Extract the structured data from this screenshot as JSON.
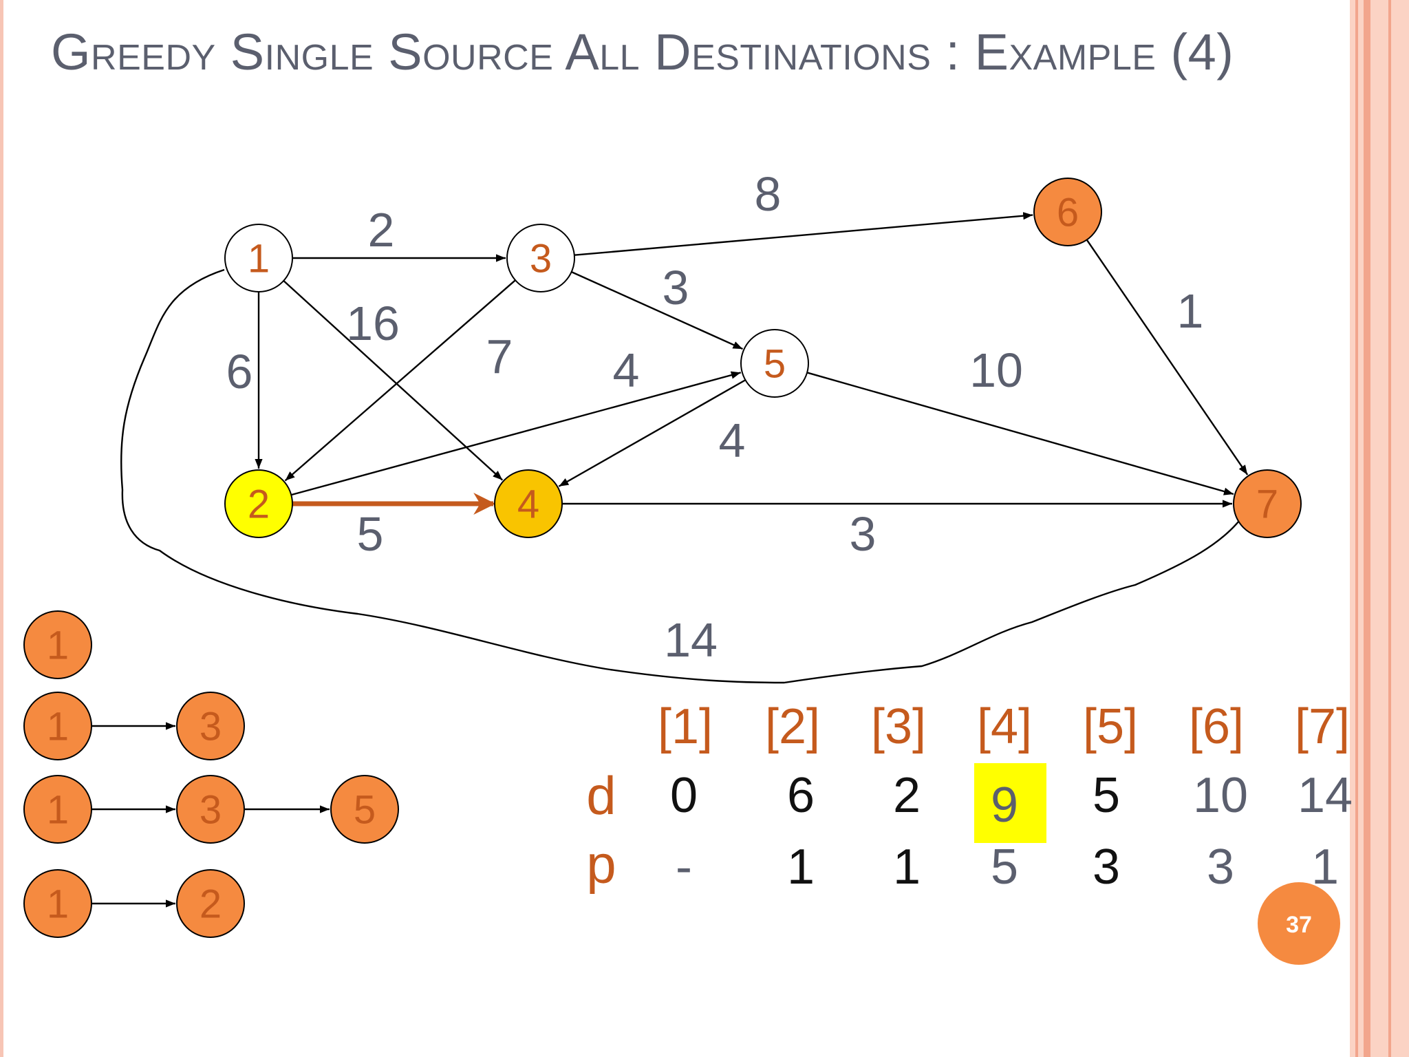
{
  "slide": {
    "title": "Greedy Single Source All Destinations : Example (4)",
    "page_number": "37"
  },
  "colors": {
    "orange_text": "#c55a1d",
    "orange_fill": "#f58a40",
    "gold_fill": "#f9c400",
    "yellow_fill": "#ffff00",
    "edge_gray": "#5b5f6e",
    "border_peach": "#fbd3c4"
  },
  "graph": {
    "nodes": [
      {
        "id": "1",
        "label": "1",
        "state": "plain"
      },
      {
        "id": "2",
        "label": "2",
        "state": "yellow"
      },
      {
        "id": "3",
        "label": "3",
        "state": "plain"
      },
      {
        "id": "4",
        "label": "4",
        "state": "gold"
      },
      {
        "id": "5",
        "label": "5",
        "state": "plain"
      },
      {
        "id": "6",
        "label": "6",
        "state": "orange"
      },
      {
        "id": "7",
        "label": "7",
        "state": "orange"
      }
    ],
    "edges": [
      {
        "from": "1",
        "to": "3",
        "weight": "2"
      },
      {
        "from": "1",
        "to": "2",
        "weight": "6"
      },
      {
        "from": "1",
        "to": "4",
        "weight": "16"
      },
      {
        "from": "1",
        "to": "7",
        "weight": "14"
      },
      {
        "from": "3",
        "to": "6",
        "weight": "8"
      },
      {
        "from": "3",
        "to": "5",
        "weight": "3"
      },
      {
        "from": "3",
        "to": "2",
        "weight": "7"
      },
      {
        "from": "2",
        "to": "5",
        "weight": "4"
      },
      {
        "from": "2",
        "to": "4",
        "weight": "5",
        "highlight": true
      },
      {
        "from": "5",
        "to": "4",
        "weight": "4"
      },
      {
        "from": "5",
        "to": "7",
        "weight": "10"
      },
      {
        "from": "4",
        "to": "7",
        "weight": "3"
      },
      {
        "from": "6",
        "to": "7",
        "weight": "1"
      }
    ]
  },
  "paths": [
    [
      "1"
    ],
    [
      "1",
      "3"
    ],
    [
      "1",
      "3",
      "5"
    ],
    [
      "1",
      "2"
    ]
  ],
  "table": {
    "headers": [
      "[1]",
      "[2]",
      "[3]",
      "[4]",
      "[5]",
      "[6]",
      "[7]"
    ],
    "d_label": "d",
    "p_label": "p",
    "d": [
      "0",
      "6",
      "2",
      "9",
      "5",
      "10",
      "14"
    ],
    "p": [
      "-",
      "1",
      "1",
      "5",
      "3",
      "3",
      "1"
    ],
    "highlight_column": 3
  }
}
